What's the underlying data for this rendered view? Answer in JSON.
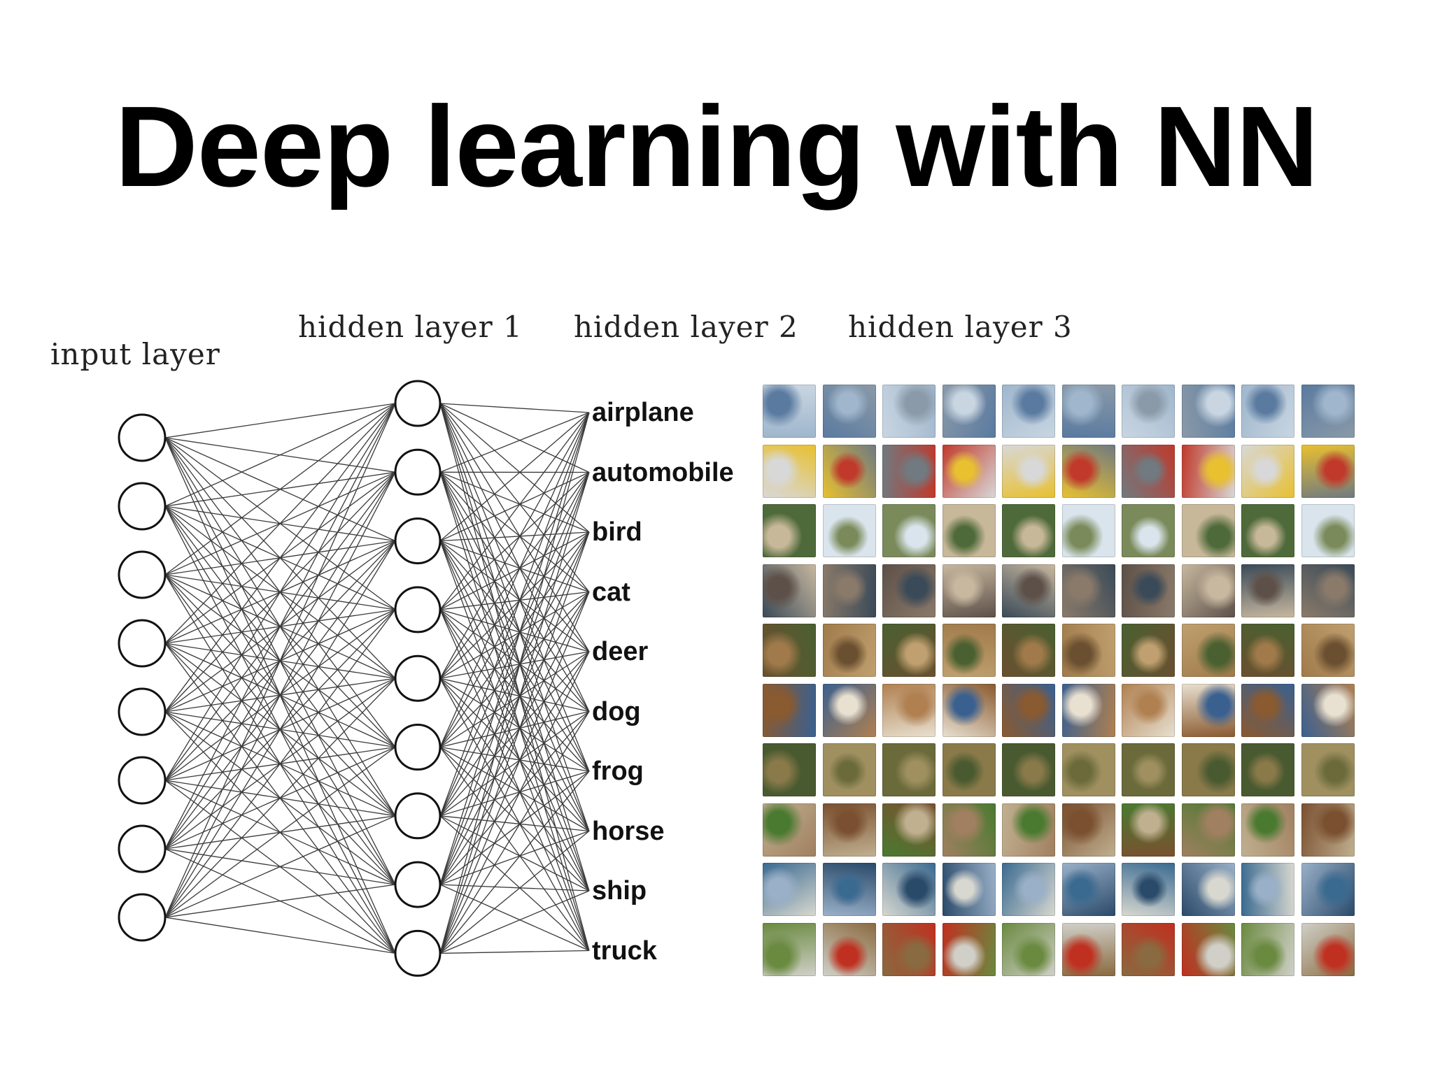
{
  "title": "Deep learning with NN",
  "layers": {
    "input": "input layer",
    "hidden1": "hidden layer 1",
    "hidden2": "hidden layer 2",
    "hidden3": "hidden layer 3"
  },
  "network": {
    "input_nodes": 8,
    "hidden1_nodes": 9
  },
  "classes": [
    "airplane",
    "automobile",
    "bird",
    "cat",
    "deer",
    "dog",
    "frog",
    "horse",
    "ship",
    "truck"
  ],
  "image_grid": {
    "rows": 10,
    "cols": 10,
    "row_palettes": [
      [
        "#9fb6cc",
        "#5a7aa0",
        "#c9d6e2",
        "#8a9aa8"
      ],
      [
        "#c0392b",
        "#d8d8d8",
        "#e8c030",
        "#707a80"
      ],
      [
        "#7a8a5a",
        "#c8b89a",
        "#4f6a3a",
        "#d9e4ec"
      ],
      [
        "#8a7a6a",
        "#5d5048",
        "#c8b8a0",
        "#3a4a58"
      ],
      [
        "#6a5030",
        "#a07a4a",
        "#4a6030",
        "#c0a070"
      ],
      [
        "#e8e0d0",
        "#8a5a30",
        "#3a6090",
        "#b08050"
      ],
      [
        "#6a6a3a",
        "#8a7a4a",
        "#4a5a30",
        "#a09060"
      ],
      [
        "#7a5030",
        "#4a7a30",
        "#a08060",
        "#c0b090"
      ],
      [
        "#3a6a90",
        "#9ab0c8",
        "#d8d8d0",
        "#2a4a6a"
      ],
      [
        "#c03020",
        "#6a8a40",
        "#d0d0c8",
        "#8a6a40"
      ]
    ]
  }
}
